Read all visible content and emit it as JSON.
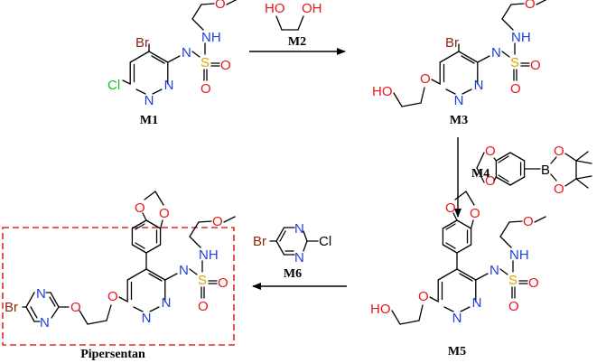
{
  "colors": {
    "carbon": "#000000",
    "nitrogen": "#1f3fdc",
    "oxygen": "#e8171c",
    "sulfur": "#d9a400",
    "chlorine": "#12c21a",
    "bromine": "#8a2a10",
    "highlight_box": "#e0282d"
  },
  "compounds": {
    "m1": {
      "label": "M1"
    },
    "m2": {
      "label": "M2"
    },
    "m3": {
      "label": "M3"
    },
    "m4": {
      "label": "M4"
    },
    "m5": {
      "label": "M5"
    },
    "m6": {
      "label": "M6"
    },
    "product": {
      "label": "Pipersentan"
    }
  },
  "atoms": {
    "nh": "NH",
    "n": "N",
    "hn": "N",
    "s": "S",
    "o": "O",
    "br": "Br",
    "cl": "Cl",
    "ho": "HO",
    "oh": "OH",
    "b": "B"
  },
  "steps": [
    {
      "from": "M1",
      "to": "M3",
      "reagent": "M2",
      "direction": "right"
    },
    {
      "from": "M3",
      "to": "M5",
      "reagent": "M4",
      "direction": "down"
    },
    {
      "from": "M5",
      "to": "Pipersentan",
      "reagent": "M6",
      "direction": "left"
    }
  ]
}
